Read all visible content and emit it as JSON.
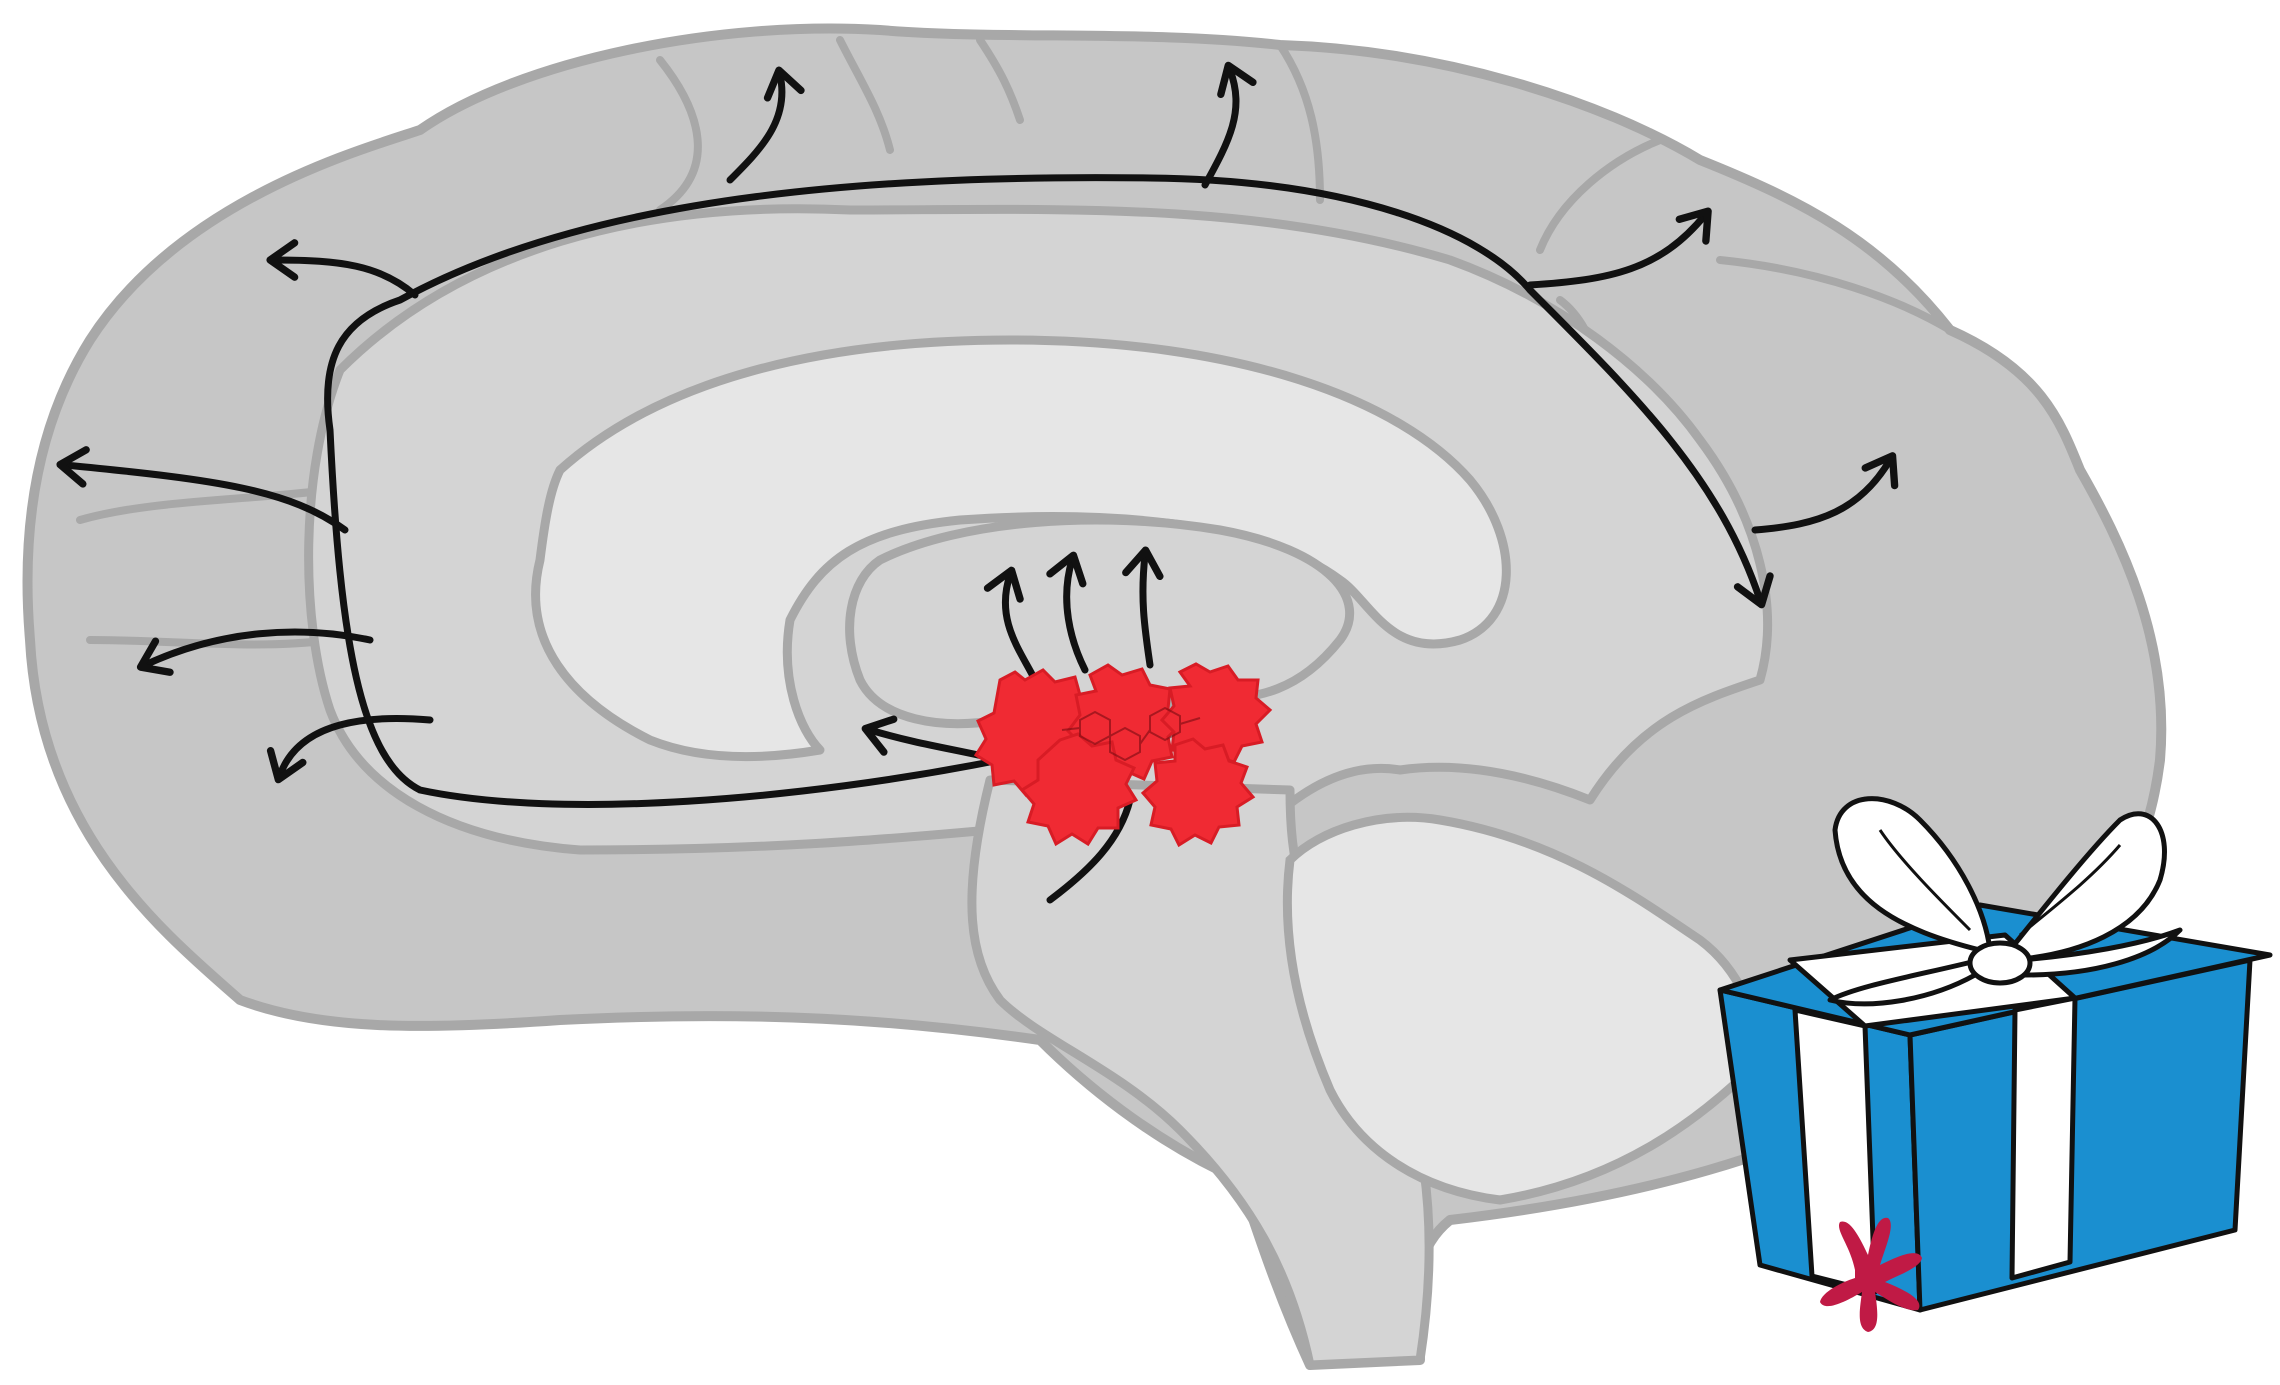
{
  "figure": {
    "subject": "brain-midsagittal",
    "elements": [
      "brain-outline",
      "cingulate-gyrus",
      "corpus-callosum",
      "thalamus",
      "brainstem",
      "cerebellum",
      "pathway-arrows",
      "red-nucleus-cluster",
      "gift-box",
      "splat"
    ]
  },
  "colors": {
    "background": "#ffffff",
    "brain_outer": "#c6c6c6",
    "brain_mid": "#d4d4d4",
    "brain_inner": "#e6e6e6",
    "outline": "#a8a8a8",
    "arrow": "#111111",
    "nucleus": "#f02a33",
    "gift_box": "#1a8fd0",
    "gift_ribbon": "#ffffff",
    "splat": "#c01a45"
  },
  "icons": {
    "gift": "gift-icon",
    "splat": "splat-icon",
    "cluster": "molecule-cluster-icon"
  }
}
